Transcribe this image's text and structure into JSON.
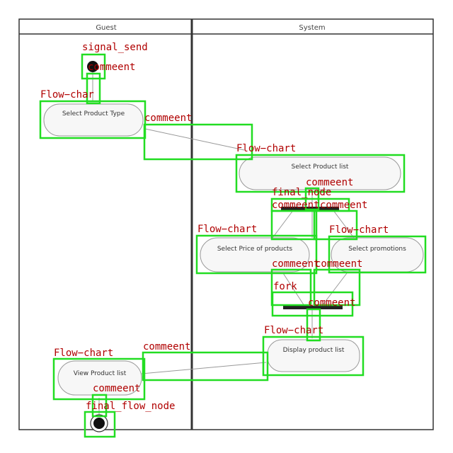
{
  "diagram": {
    "type": "activity-diagram",
    "swimlanes": [
      "Guest",
      "System"
    ],
    "nodes": {
      "start": "",
      "select_product_type": "Select Product Type",
      "select_product_list": "Select Product list",
      "select_price": "Select Price of products",
      "select_promotions": "Select promotions",
      "display_product_list": "Display product list",
      "view_product_list": "View Product list",
      "end": ""
    },
    "annotations": {
      "signal_send": "signal_send",
      "comment": "commeent",
      "flow_chart": "Flow−chart",
      "flow_chart_cut": "Flow−char",
      "final_node": "final_node",
      "fork": "fork",
      "final_flow_node": "final_flow_node"
    },
    "colors": {
      "annotation_box": "#22dd22",
      "annotation_text": "#b00000",
      "lane_border": "#333333",
      "node_fill": "#f7f7f7",
      "node_border": "#999999",
      "bar": "#222222"
    }
  }
}
